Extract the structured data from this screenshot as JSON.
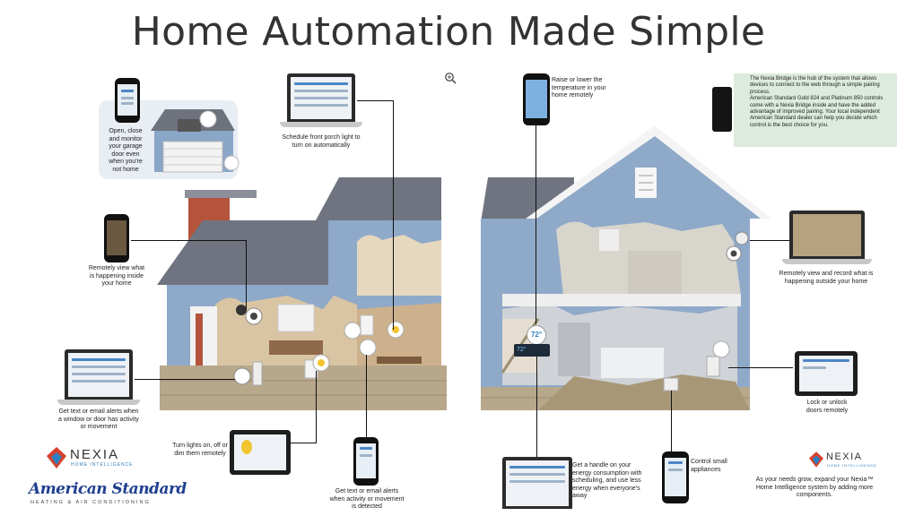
{
  "page": {
    "title": "Home Automation Made Simple"
  },
  "captions": {
    "garage": "Open, close and monitor your garage door even when you're not home",
    "porch": "Schedule front porch light to turn on automatically",
    "temperature": "Raise or lower the temperature in your home remotely",
    "bridge": "The Nexia Bridge is the hub of the system that allows devices to connect to the web through a simple pairing process.\nAmerican Standard Gold 824 and Platinum 850 controls come with a Nexia Bridge inside and have the added advantage of improved pairing. Your local independent American Standard dealer can help you decide which control is the best choice for you.",
    "inside": "Remotely view what is happening inside your home",
    "outside": "Remotely view and record what is happening outside your home",
    "alerts": "Get text or email alerts when a window or door has activity or movement",
    "lock": "Lock or unlock doors remotely",
    "lights": "Turn lights on, off or dim them remotely",
    "motion": "Get text or email alerts when activity or movement is detected",
    "energy": "Get a handle on your energy consumption with scheduling, and use less energy when everyone's away",
    "appliances": "Control small appliances",
    "expand": "As your needs grow, expand your Nexia™ Home Intelligence system by adding more components."
  },
  "thermostat": {
    "reading": "72°"
  },
  "brands": {
    "nexia_name": "NEXIA",
    "nexia_tagline": "HOME INTELLIGENCE",
    "american_standard": "American Standard",
    "american_standard_tagline": "HEATING & AIR CONDITIONING"
  },
  "colors": {
    "siding": "#8fa9c9",
    "roof": "#6f7480",
    "stone": "#b7a78b",
    "brick": "#b5533c",
    "info_panel": "#dcebdd",
    "nexia_red": "#d8402c",
    "nexia_blue": "#2c7fc1",
    "american_standard_blue": "#1f3f8f"
  },
  "icons": [
    "zoom-in-icon",
    "camera-icon",
    "light-bulb-icon",
    "thermostat-icon",
    "door-sensor-icon",
    "motion-sensor-icon",
    "lock-icon"
  ]
}
